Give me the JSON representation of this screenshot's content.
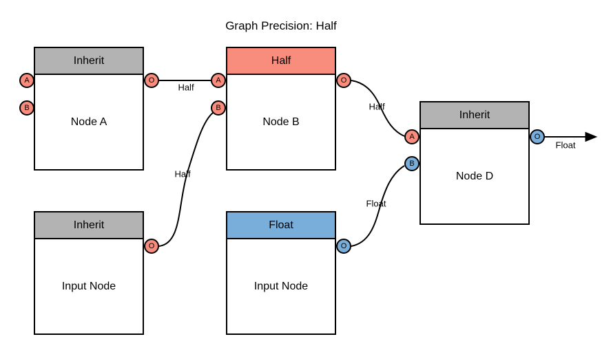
{
  "title": "Graph Precision: Half",
  "colors": {
    "half": "#F88C7D",
    "float": "#7AAEDA",
    "inherit": "#B3B3B3",
    "line": "#000000",
    "background": "#FFFFFF"
  },
  "nodes": [
    {
      "id": "node-a",
      "header": "Inherit",
      "label": "Node A",
      "inputs": [
        "A",
        "B"
      ],
      "output": "O"
    },
    {
      "id": "node-b",
      "header": "Half",
      "label": "Node B",
      "inputs": [
        "A",
        "B"
      ],
      "output": "O"
    },
    {
      "id": "input-node-1",
      "header": "Inherit",
      "label": "Input Node",
      "inputs": [],
      "output": "O"
    },
    {
      "id": "input-node-2",
      "header": "Float",
      "label": "Input Node",
      "inputs": [],
      "output": "O"
    },
    {
      "id": "node-d",
      "header": "Inherit",
      "label": "Node D",
      "inputs": [
        "A",
        "B"
      ],
      "output": "O"
    }
  ],
  "edges": [
    {
      "from": "node-a.O",
      "to": "node-b.A",
      "label": "Half"
    },
    {
      "from": "input-node-1.O",
      "to": "node-b.B",
      "label": "Half"
    },
    {
      "from": "node-b.O",
      "to": "node-d.A",
      "label": "Half"
    },
    {
      "from": "input-node-2.O",
      "to": "node-d.B",
      "label": "Float"
    },
    {
      "from": "node-d.O",
      "to": "graph-output",
      "label": "Float"
    }
  ]
}
